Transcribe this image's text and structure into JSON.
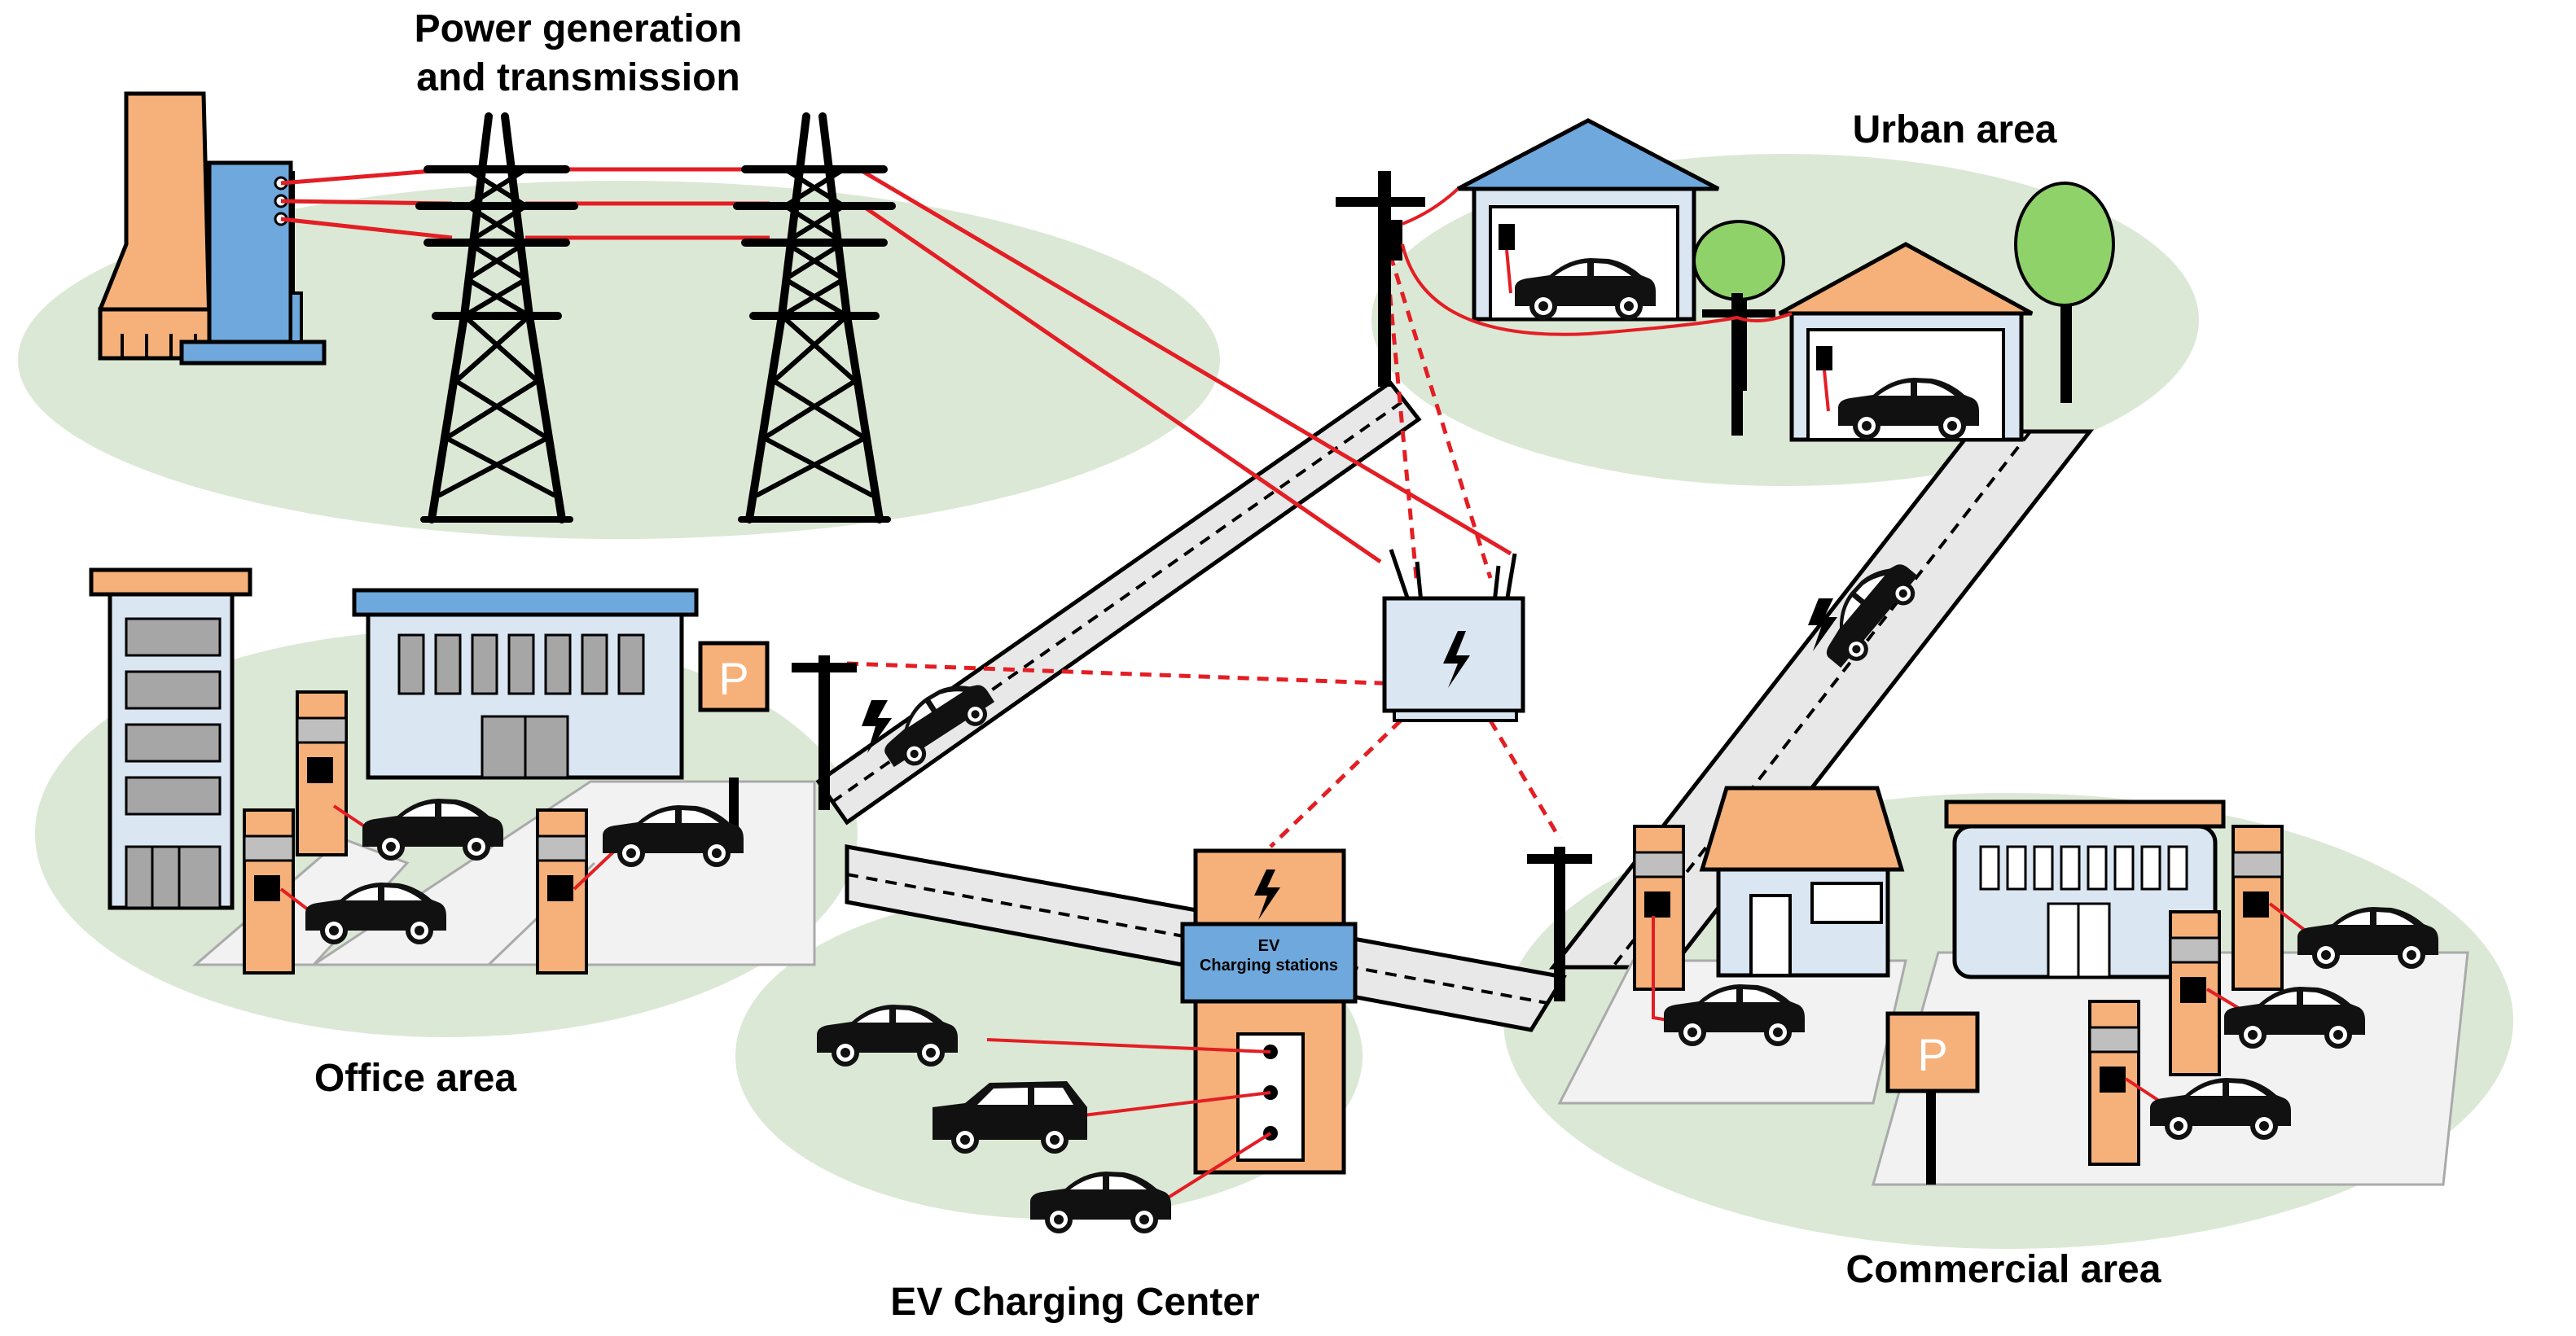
{
  "labels": {
    "power_generation_line1": "Power generation",
    "power_generation_line2": "and transmission",
    "urban_area": "Urban area",
    "office_area": "Office area",
    "ev_charging_center": "EV Charging Center",
    "commercial_area": "Commercial area",
    "charging_station_sign_line1": "EV",
    "charging_station_sign_line2": "Charging stations",
    "parking_sign": "P"
  },
  "colors": {
    "zone_green": "#dbe8d5",
    "road_gray": "#e8e8e8",
    "power_line_red": "#e31e24",
    "building_orange": "#f6b17a",
    "building_blue": "#6fa8dc",
    "light_blue": "#dbe6f3",
    "car_black": "#111111",
    "tree_green": "#8fd26a"
  },
  "icons": [
    "power-plant-icon",
    "transmission-tower-icon",
    "house-icon",
    "car-icon",
    "charger-icon",
    "parking-sign-icon",
    "transformer-icon",
    "utility-pole-icon",
    "tree-icon",
    "office-building-icon",
    "shop-icon"
  ]
}
